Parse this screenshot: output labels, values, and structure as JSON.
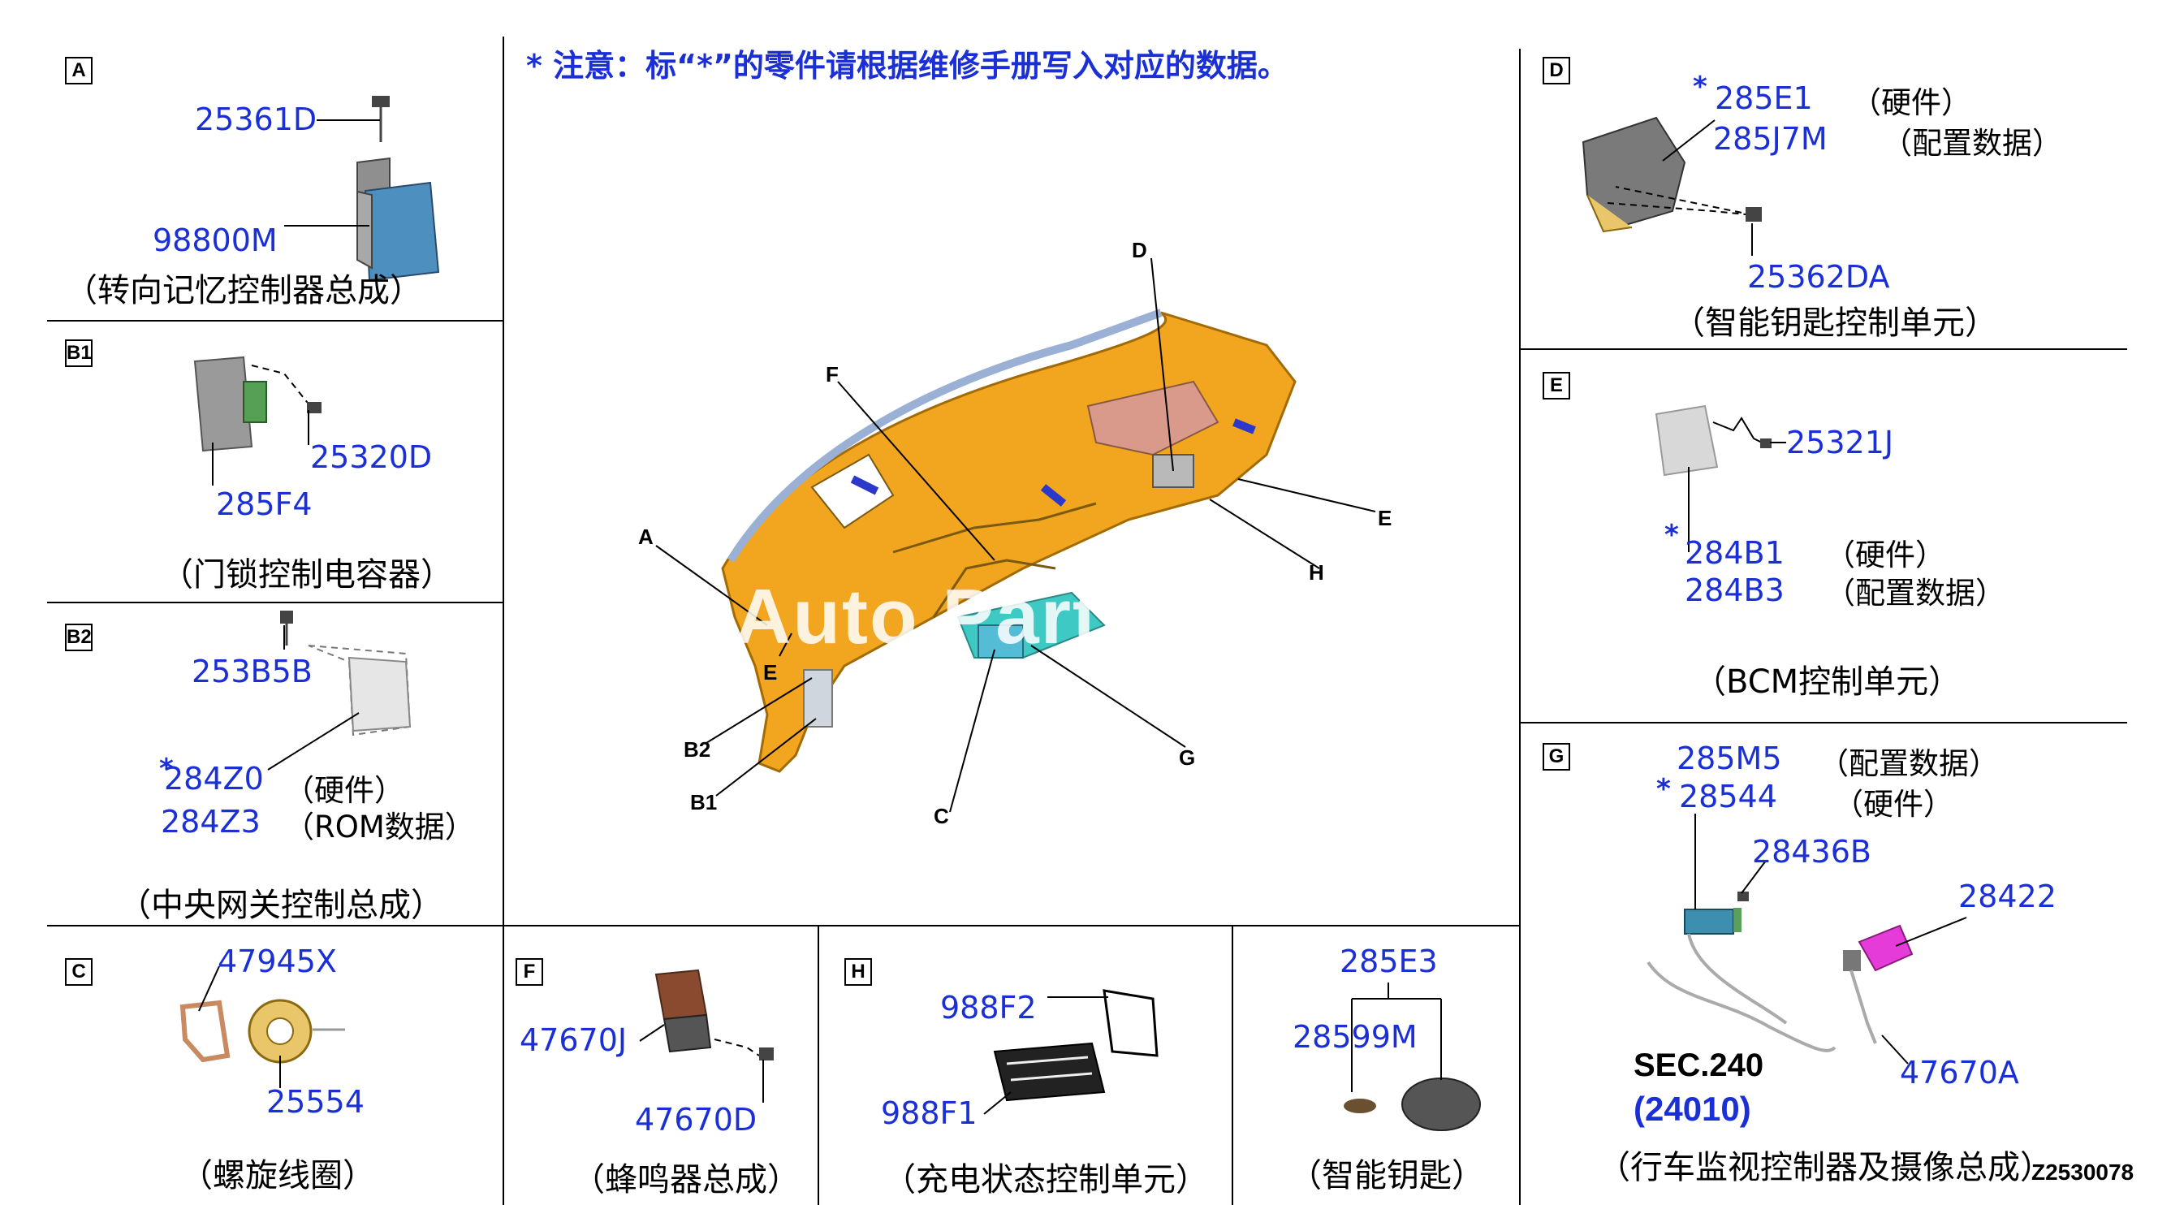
{
  "notice": "* 注意：标“*”的零件请根据维修手册写入对应的数据。",
  "watermark": "Auto Parts C",
  "drawing_number": "Z2530078",
  "colors": {
    "label": "#1b2fd6",
    "dash_orange": "#e9a12a",
    "line": "#000000"
  },
  "callouts": [
    "A",
    "B1",
    "B2",
    "C",
    "D",
    "E",
    "F",
    "G",
    "H",
    "E"
  ],
  "sections": {
    "A": {
      "tag": "A",
      "parts": [
        "25361D",
        "98800M"
      ],
      "caption": "（转向记忆控制器总成）"
    },
    "B1": {
      "tag": "B1",
      "parts": [
        "25320D",
        "285F4"
      ],
      "caption": "（门锁控制电容器）"
    },
    "B2": {
      "tag": "B2",
      "parts": [
        "253B5B",
        "284Z0",
        "284Z3"
      ],
      "notes": [
        "（硬件）",
        "（ROM数据）"
      ],
      "caption": "（中央网关控制总成）"
    },
    "C": {
      "tag": "C",
      "parts": [
        "47945X",
        "25554"
      ],
      "caption": "（螺旋线圈）"
    },
    "D": {
      "tag": "D",
      "parts": [
        "285E1",
        "285J7M",
        "25362DA"
      ],
      "notes": [
        "（硬件）",
        "（配置数据）"
      ],
      "caption": "（智能钥匙控制单元）"
    },
    "E": {
      "tag": "E",
      "parts": [
        "25321J",
        "284B1",
        "284B3"
      ],
      "notes": [
        "（硬件）",
        "（配置数据）"
      ],
      "caption": "（BCM控制单元）"
    },
    "F": {
      "tag": "F",
      "parts": [
        "47670J",
        "47670D"
      ],
      "caption": "（蜂鸣器总成）"
    },
    "G": {
      "tag": "G",
      "parts": [
        "285M5",
        "28544",
        "28436B",
        "28422",
        "47670A"
      ],
      "notes": [
        "（配置数据）",
        "（硬件）"
      ],
      "sec_ref": "SEC.240",
      "sec_sub": "(24010)",
      "caption": "（行车监视控制器及摄像总成）"
    },
    "H": {
      "tag": "H",
      "parts": [
        "988F2",
        "988F1"
      ],
      "caption": "（充电状态控制单元）"
    },
    "K": {
      "parts": [
        "285E3",
        "28599M"
      ],
      "caption": "（智能钥匙）"
    }
  }
}
